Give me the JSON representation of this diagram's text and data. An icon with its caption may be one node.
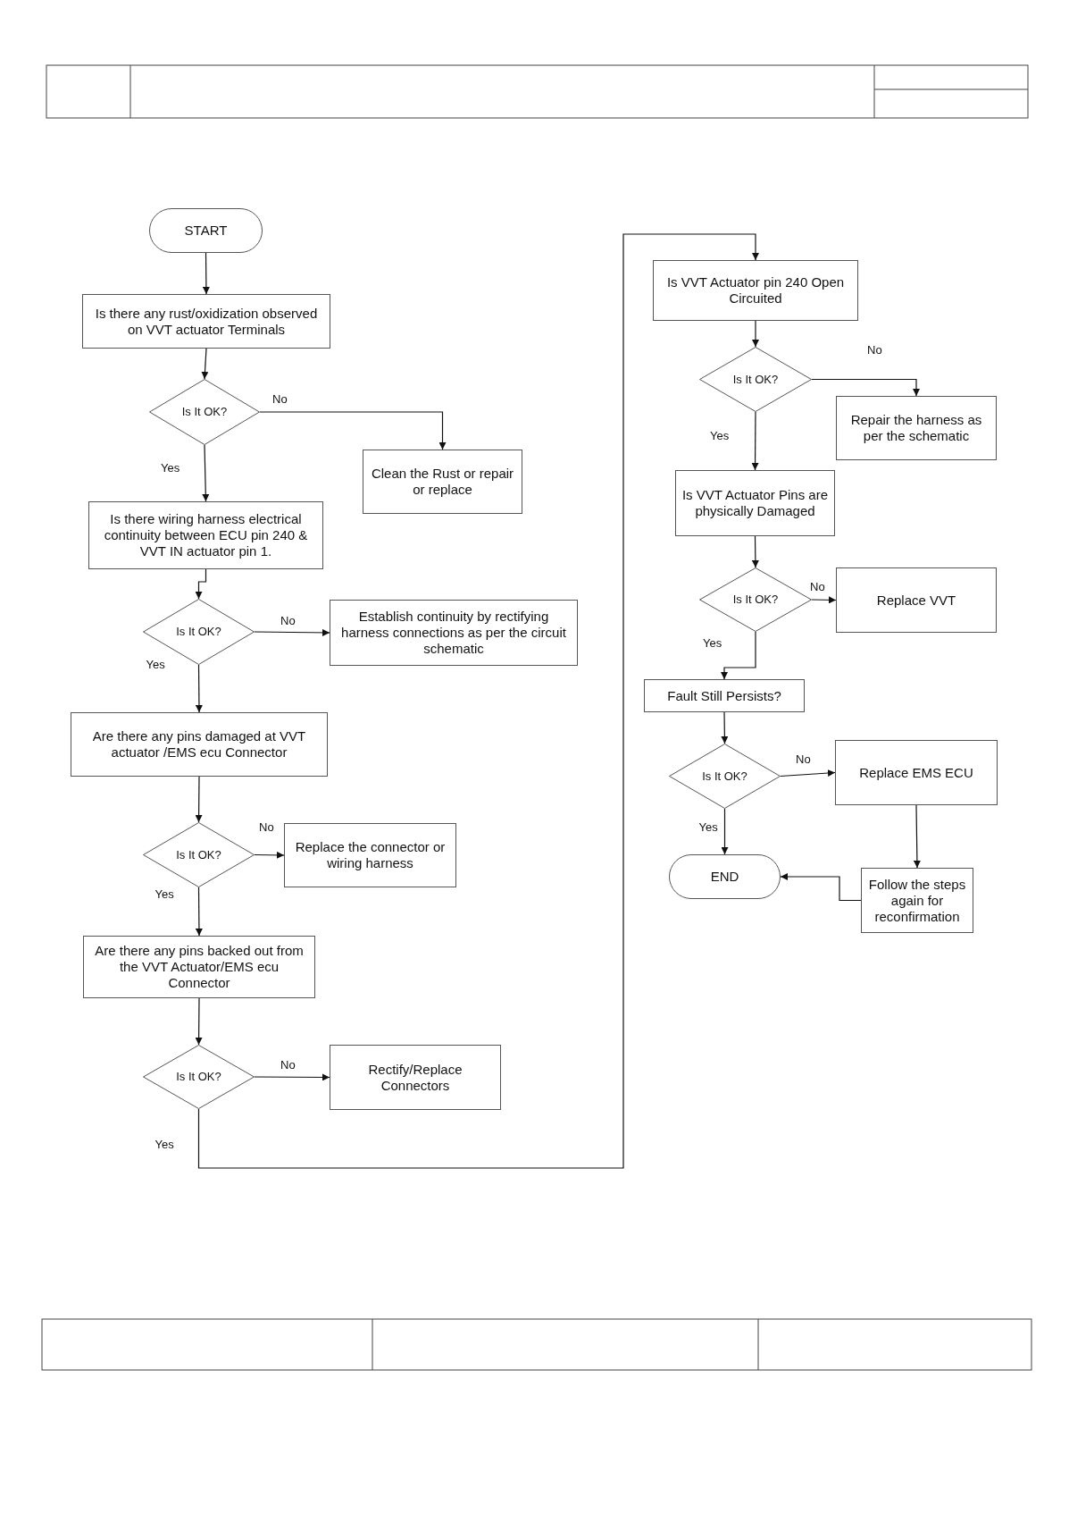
{
  "diagram": {
    "nodes": [
      {
        "text": [
          "START"
        ]
      },
      {
        "text": [
          "Is there any rust/oxidization observed on VVT actuator Terminals"
        ]
      },
      {
        "text": [
          "Is It OK?"
        ]
      },
      {
        "text": [
          "Clean the Rust or repair or replace"
        ]
      },
      {
        "text": [
          "Is there wiring harness electrical continuity between ECU pin 240 & VVT IN actuator pin 1."
        ]
      },
      {
        "text": [
          "Is It OK?"
        ]
      },
      {
        "text": [
          "Establish continuity by rectifying harness connections as per the circuit schematic"
        ]
      },
      {
        "text": [
          "Are there any pins damaged at VVT actuator /EMS ecu Connector"
        ]
      },
      {
        "text": [
          "Is It OK?"
        ]
      },
      {
        "text": [
          "Replace the connector or wiring harness"
        ]
      },
      {
        "text": [
          "Are there any pins backed out from the VVT Actuator/EMS ecu Connector"
        ]
      },
      {
        "text": [
          "Is It OK?"
        ]
      },
      {
        "text": [
          "Rectify/Replace Connectors"
        ]
      },
      {
        "text": [
          "Is VVT Actuator pin 240 Open Circuited"
        ]
      },
      {
        "text": [
          "Is It OK?"
        ]
      },
      {
        "text": [
          "Repair the harness as per the schematic"
        ]
      },
      {
        "text": [
          "Is VVT Actuator Pins are physically Damaged"
        ]
      },
      {
        "text": [
          "Is It OK?"
        ]
      },
      {
        "text": [
          "Replace VVT"
        ]
      },
      {
        "text": [
          "Fault Still Persists?"
        ]
      },
      {
        "text": [
          "Is It OK?"
        ]
      },
      {
        "text": [
          "Replace EMS ECU"
        ]
      },
      {
        "text": [
          "END"
        ]
      },
      {
        "text": [
          "Follow the steps again for reconfirmation"
        ]
      }
    ],
    "edges": [
      {
        "from": 0,
        "to": 1,
        "arrow": "to"
      },
      {
        "from": 1,
        "to": 2,
        "arrow": "to"
      },
      {
        "from": 2,
        "to": 3,
        "arrow": "to",
        "label": "No"
      },
      {
        "from": 2,
        "to": 4,
        "arrow": "to",
        "label": "Yes"
      },
      {
        "from": 4,
        "to": 5,
        "arrow": "to"
      },
      {
        "from": 5,
        "to": 6,
        "arrow": "to",
        "label": "No"
      },
      {
        "from": 5,
        "to": 7,
        "arrow": "to",
        "label": "Yes"
      },
      {
        "from": 7,
        "to": 8,
        "arrow": "to"
      },
      {
        "from": 8,
        "to": 9,
        "arrow": "to",
        "label": "No"
      },
      {
        "from": 8,
        "to": 10,
        "arrow": "to",
        "label": "Yes"
      },
      {
        "from": 10,
        "to": 11,
        "arrow": "to"
      },
      {
        "from": 11,
        "to": 12,
        "arrow": "to",
        "label": "No"
      },
      {
        "from": 11,
        "to": 13,
        "arrow": "to",
        "label": "Yes"
      },
      {
        "from": 13,
        "to": 14,
        "arrow": "to"
      },
      {
        "from": 14,
        "to": 15,
        "arrow": "to",
        "label": "No"
      },
      {
        "from": 14,
        "to": 16,
        "arrow": "to",
        "label": "Yes"
      },
      {
        "from": 16,
        "to": 17,
        "arrow": "to"
      },
      {
        "from": 17,
        "to": 18,
        "arrow": "to",
        "label": "No"
      },
      {
        "from": 17,
        "to": 19,
        "arrow": "to",
        "label": "Yes"
      },
      {
        "from": 19,
        "to": 20,
        "arrow": "to"
      },
      {
        "from": 20,
        "to": 21,
        "arrow": "to",
        "label": "No"
      },
      {
        "from": 20,
        "to": 22,
        "arrow": "to",
        "label": "Yes"
      },
      {
        "from": 21,
        "to": 23,
        "arrow": "to"
      },
      {
        "from": 23,
        "to": 22,
        "arrow": "to"
      }
    ]
  }
}
